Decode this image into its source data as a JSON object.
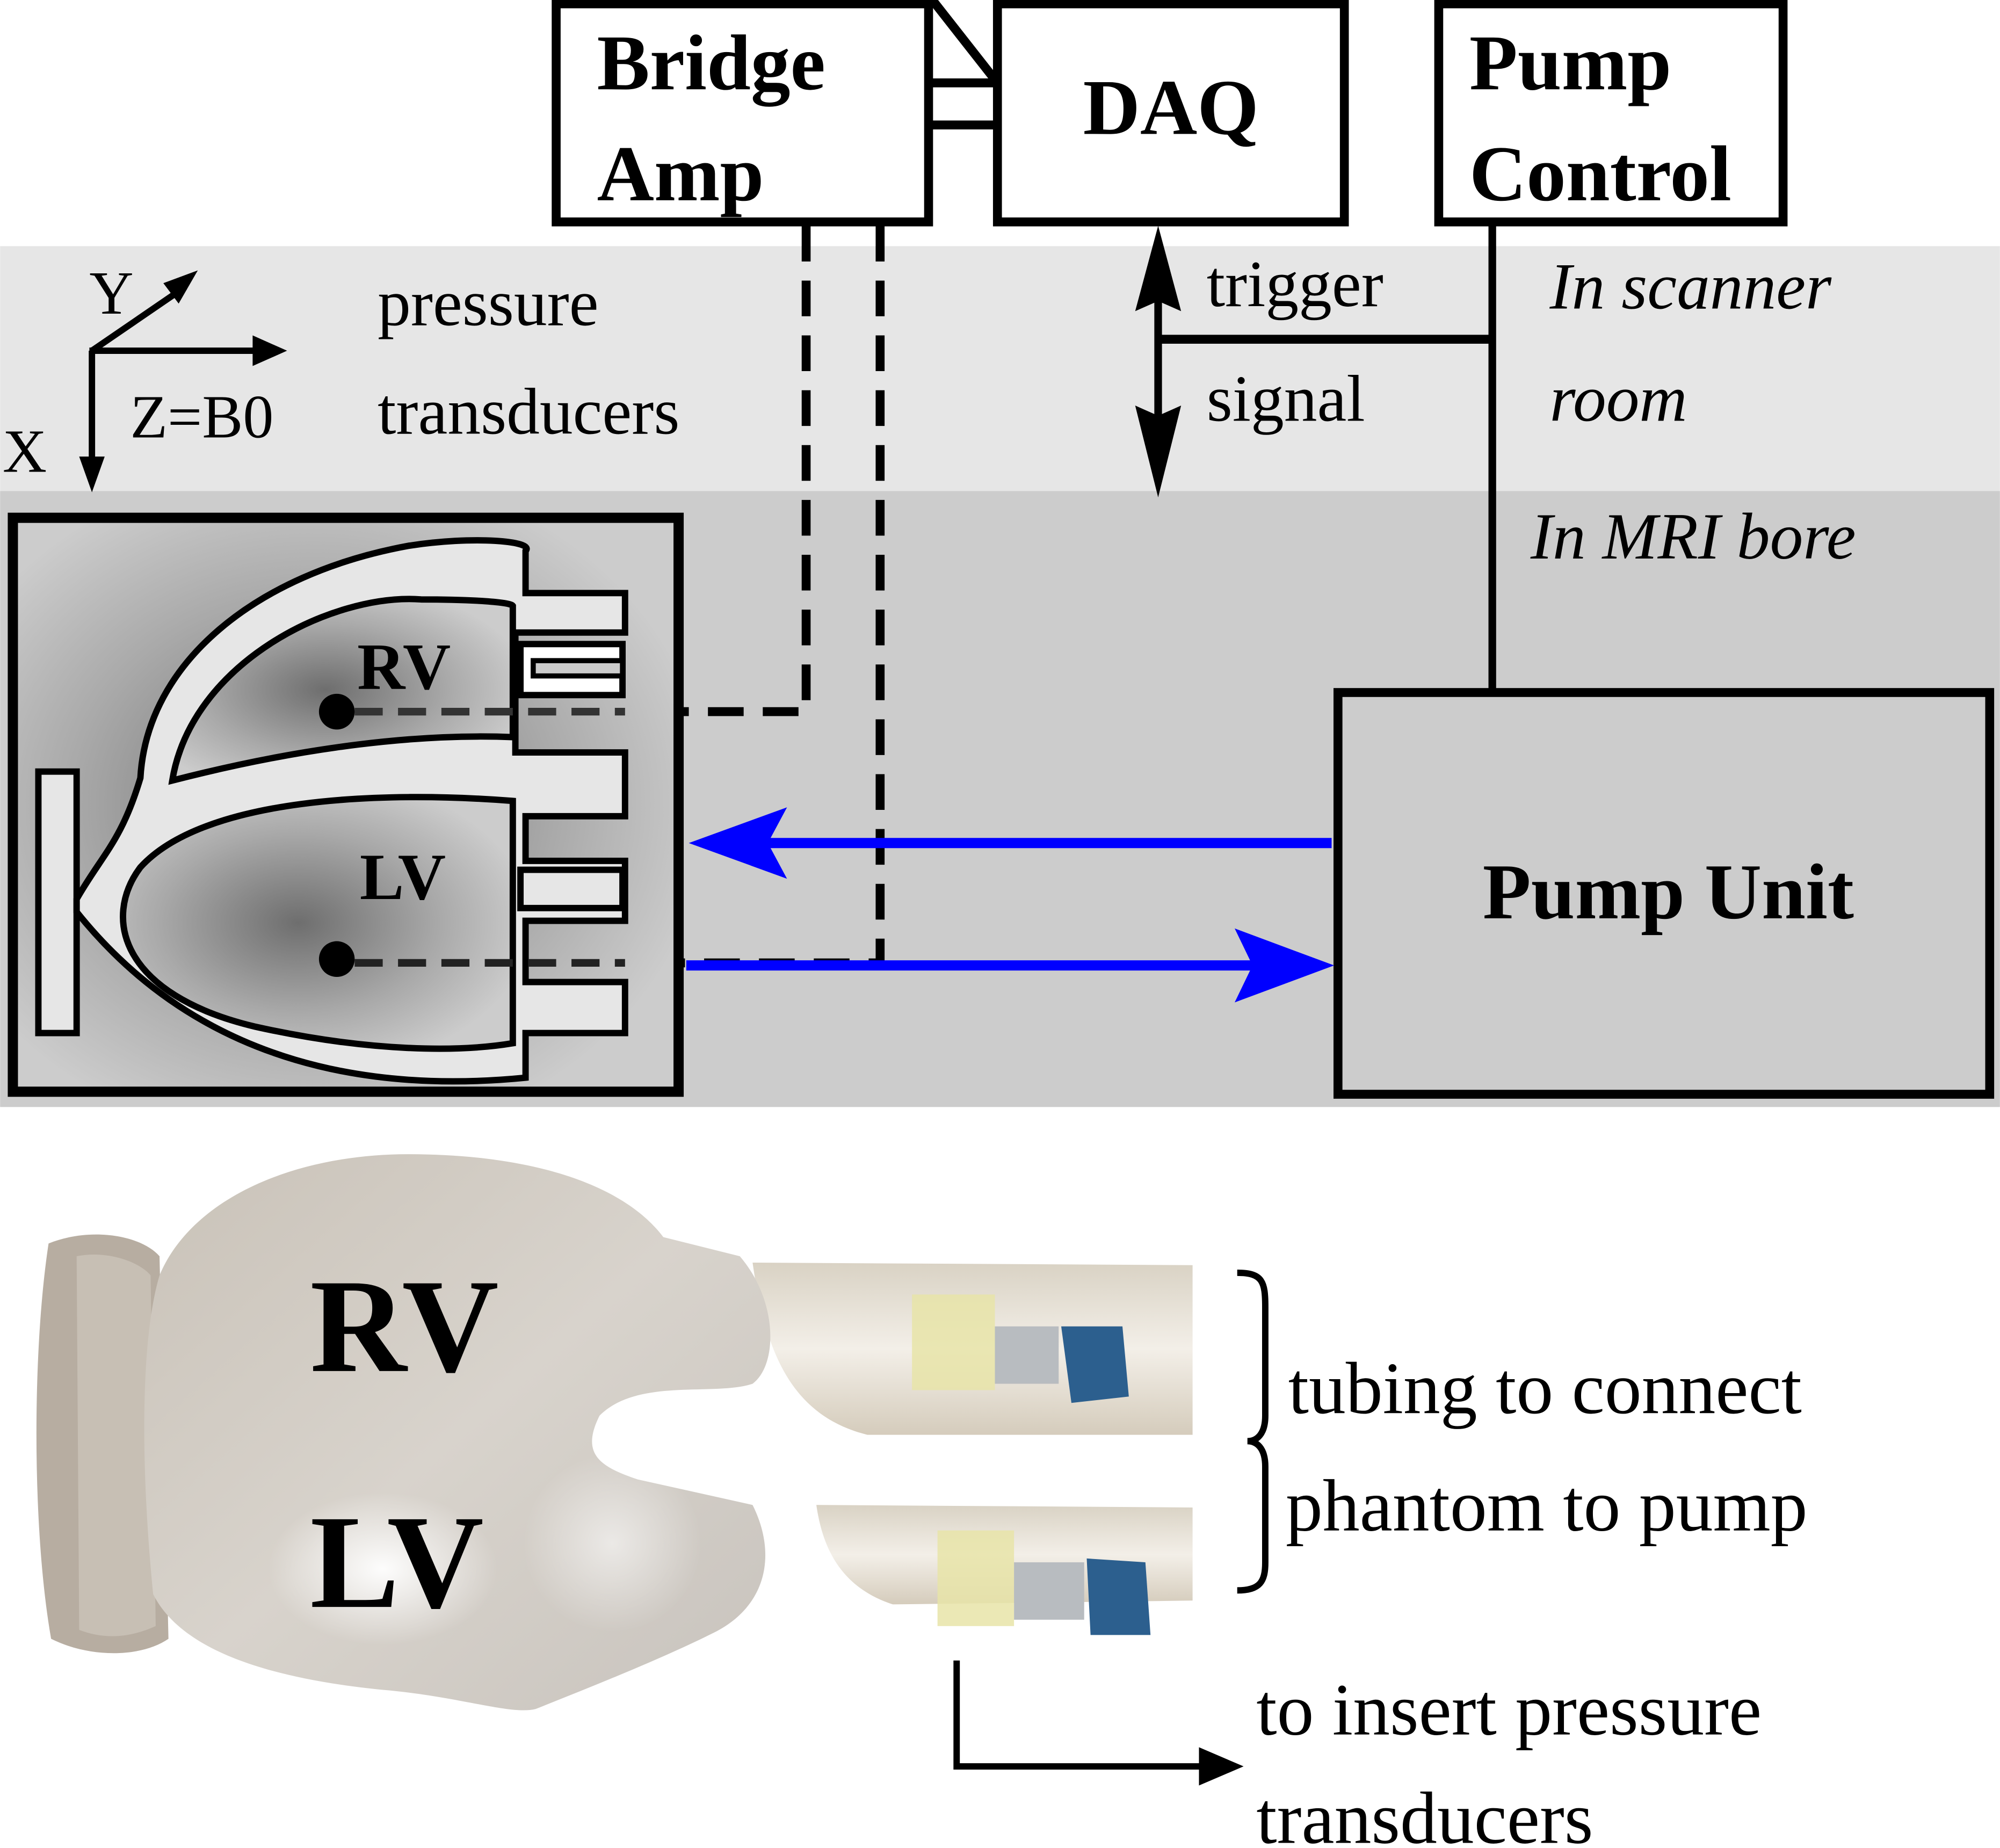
{
  "diagram": {
    "boxes": {
      "bridge_amp": [
        "Bridge",
        "Amp"
      ],
      "daq": "DAQ",
      "pump_control": [
        "Pump",
        "Control"
      ],
      "pump_unit": "Pump Unit"
    },
    "axes": {
      "y_label": "Y",
      "z_label": "Z=B0",
      "x_label": "X"
    },
    "labels": {
      "pressure_transducers": [
        "pressure",
        "transducers"
      ],
      "trigger_signal": [
        "trigger",
        "signal"
      ],
      "scanner_room": [
        "In scanner",
        "room"
      ],
      "mri_bore": "In MRI bore",
      "phantom_rv": "RV",
      "phantom_lv": "LV"
    },
    "zones": {
      "scanner_room_color": "#e6e6e6",
      "mri_bore_color": "#cccccc"
    },
    "colors": {
      "flow_arrow": "#0000ff",
      "line": "#000000"
    }
  },
  "photo": {
    "rv_label": "RV",
    "lv_label": "LV",
    "tubing_caption": [
      "tubing to connect",
      "phantom to pump"
    ],
    "insert_caption": [
      "to insert pressure",
      "transducers"
    ]
  }
}
